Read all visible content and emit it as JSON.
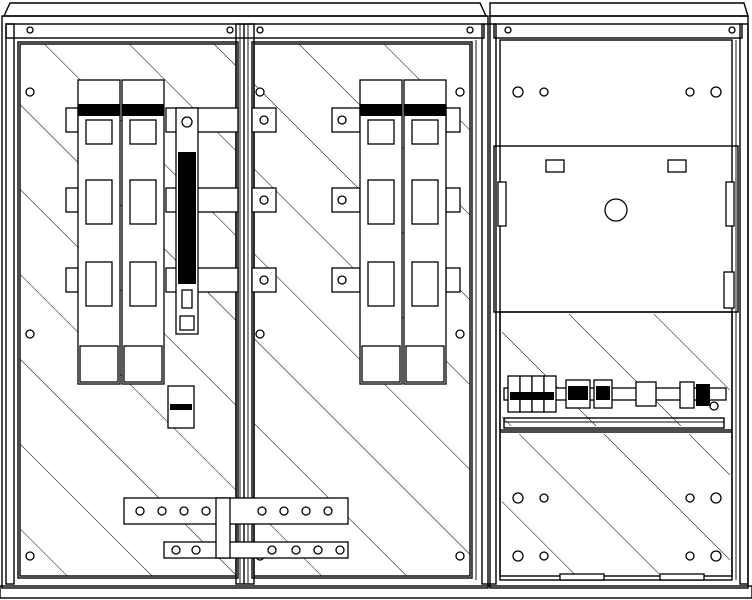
{
  "drawing": {
    "sections": [
      {
        "id": "left-fuse-compartment",
        "fuse_bases": 2,
        "has_disconnect_module": true,
        "has_small_device": true
      },
      {
        "id": "middle-fuse-compartment",
        "fuse_bases": 2
      },
      {
        "id": "meter-compartment",
        "has_dinrail_devices": true
      }
    ],
    "colors": {
      "line": "#000000",
      "background": "#ffffff"
    }
  }
}
